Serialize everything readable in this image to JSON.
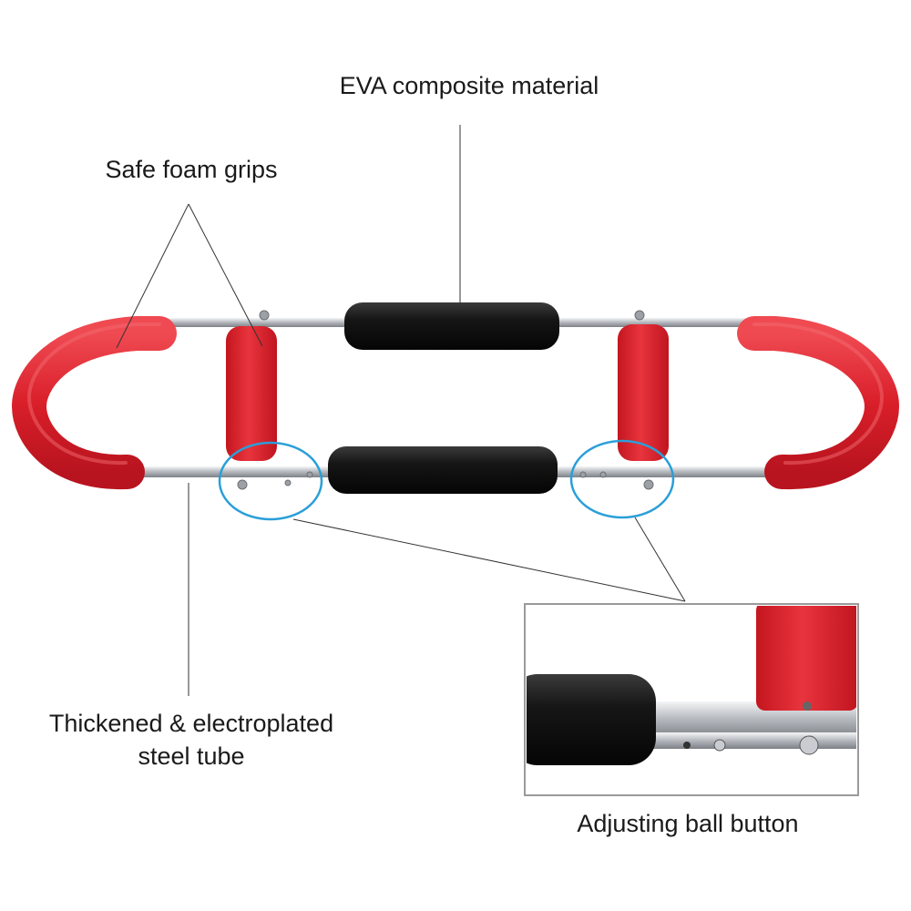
{
  "labels": {
    "eva": "EVA composite material",
    "grips": "Safe foam grips",
    "steel_line1": "Thickened & electroplated",
    "steel_line2": "steel tube",
    "ball": "Adjusting ball button"
  },
  "colors": {
    "foam_red": "#e0262f",
    "foam_dark": "#111111",
    "steel": "#c9ccd0",
    "callout_circle": "#2a9fd8",
    "inset_border": "#9a9a9a"
  }
}
